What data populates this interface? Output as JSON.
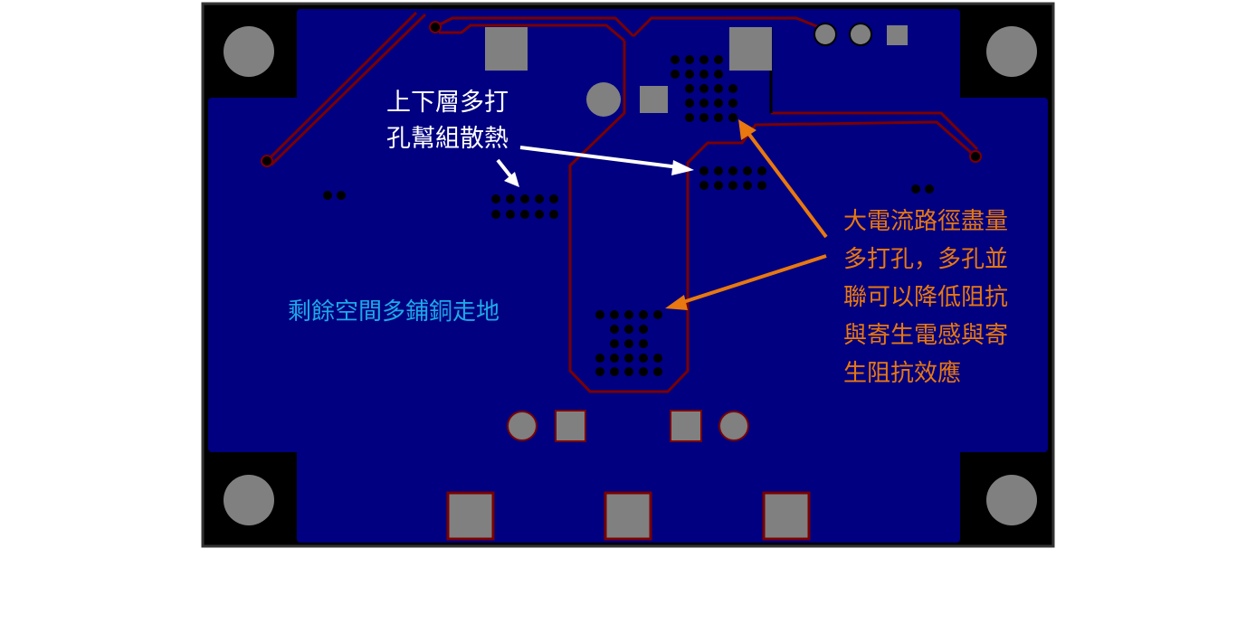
{
  "annotations": {
    "thermal_vias": {
      "lines": [
        "上下層多打",
        "孔幫組散熱"
      ],
      "color": "#ffffff"
    },
    "high_current": {
      "lines": [
        "大電流路徑盡量",
        "多打孔，多孔並",
        "聯可以降低阻抗",
        "與寄生電感與寄",
        "生阻抗效應"
      ],
      "color": "#e8780f"
    },
    "ground_pour": {
      "text": "剩餘空間多鋪銅走地",
      "color": "#1ea8e8"
    }
  },
  "colors": {
    "copper_pour": "#000080",
    "trace_outline": "#7a0000",
    "pad": "#808080",
    "board_background": "#000000"
  }
}
